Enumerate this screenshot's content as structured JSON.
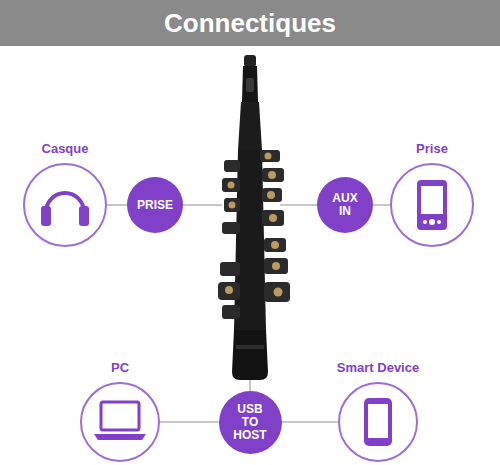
{
  "diagram": {
    "title": "Connectiques",
    "nodes": [
      {
        "text": [
          "Casque"
        ]
      },
      {
        "text": [
          "PRISE"
        ]
      },
      {
        "text": [
          "AUX IN"
        ]
      },
      {
        "text": [
          "Prise"
        ]
      },
      {
        "text": [
          "PC"
        ]
      },
      {
        "text": [
          "USB TO HOST"
        ]
      },
      {
        "text": [
          "Smart Device"
        ]
      }
    ],
    "edges": [
      {
        "from": 0,
        "to": 1,
        "arrow": "none"
      },
      {
        "from": 2,
        "to": 3,
        "arrow": "none"
      },
      {
        "from": 4,
        "to": 5,
        "arrow": "none"
      },
      {
        "from": 5,
        "to": 6,
        "arrow": "none"
      }
    ]
  }
}
